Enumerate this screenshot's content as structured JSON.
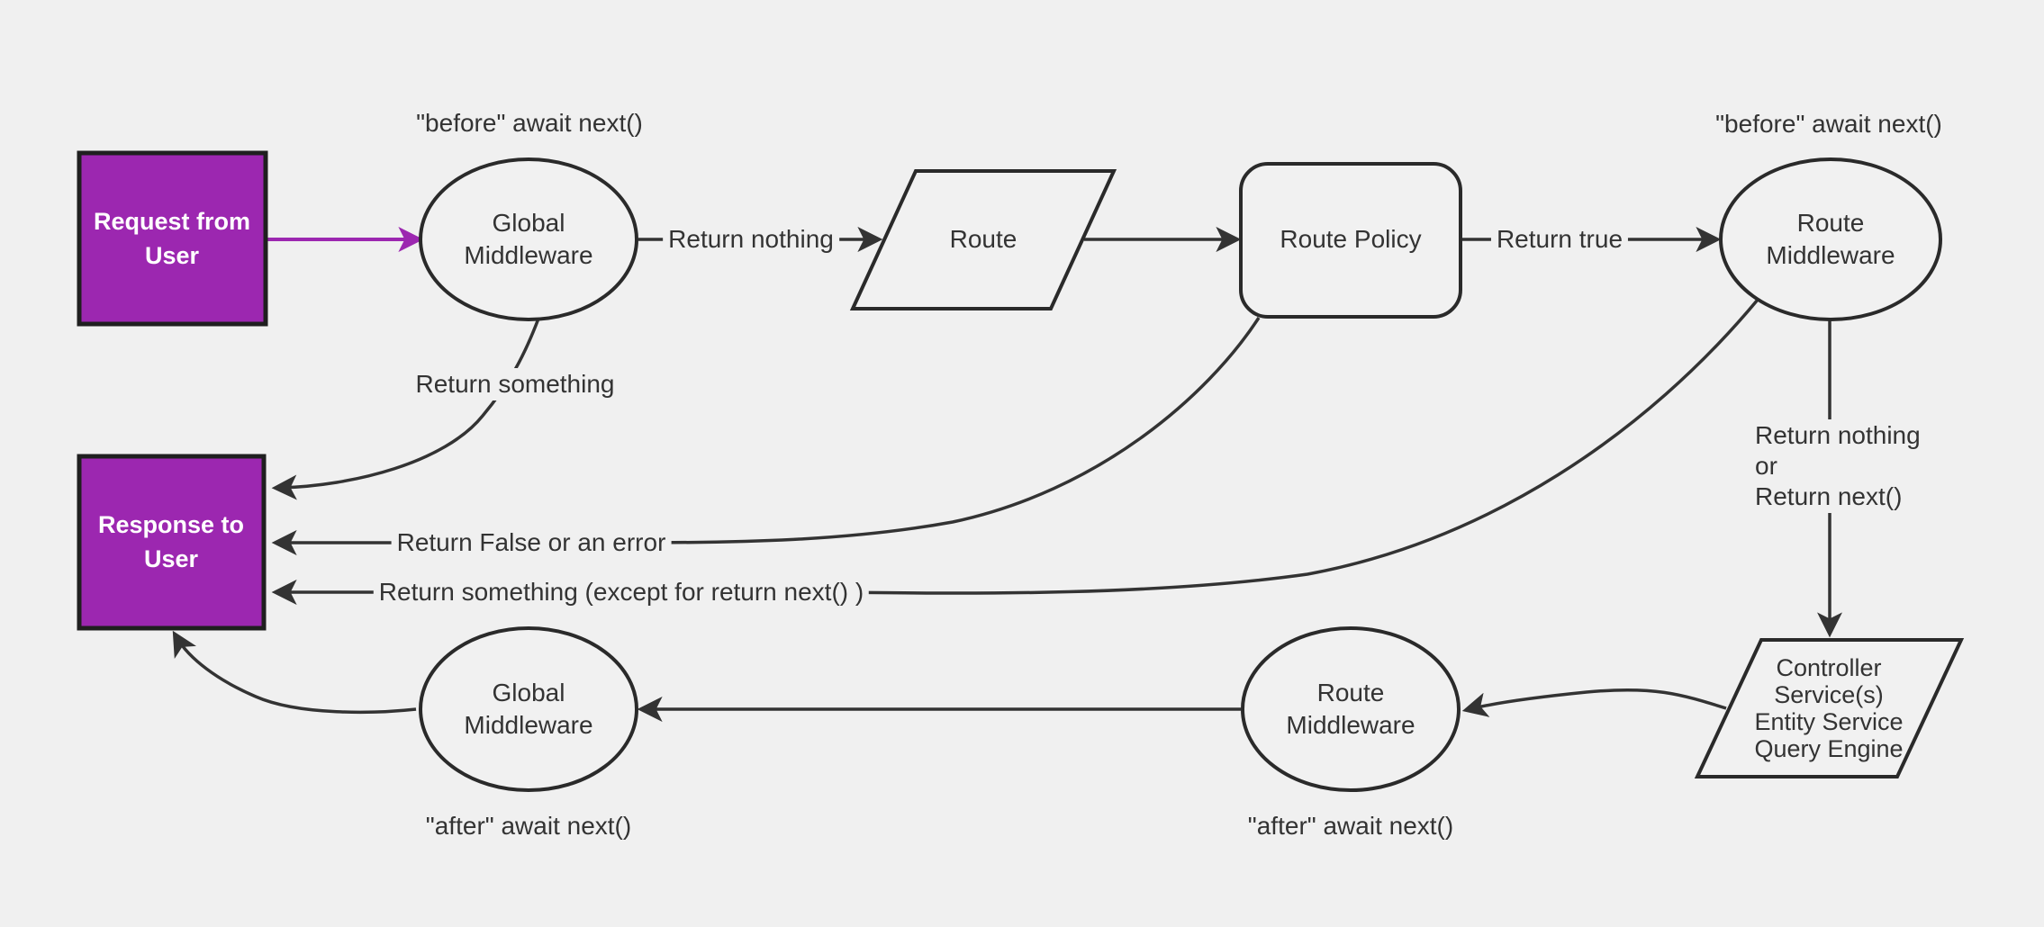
{
  "diagram": {
    "background_color": "#f0f0f0",
    "node_fill": "#f1f1f1",
    "node_stroke": "#2a2a2a",
    "edge_color": "#333333",
    "accent_purple": "#9c27b0",
    "text_color": "#333333"
  },
  "nodes": {
    "request": {
      "label": "Request from User"
    },
    "response": {
      "label": "Response to User"
    },
    "global_mw_top": {
      "label": "Global Middleware"
    },
    "route": {
      "label": "Route"
    },
    "route_policy": {
      "label": "Route Policy"
    },
    "route_mw_top": {
      "label": "Route Middleware"
    },
    "controller": {
      "label": "Controller\nService(s)\nEntity Service\nQuery Engine"
    },
    "route_mw_bottom": {
      "label": "Route Middleware"
    },
    "global_mw_bottom": {
      "label": "Global Middleware"
    }
  },
  "edge_labels": {
    "before_left": "\"before\" await next()",
    "before_right": "\"before\" await next()",
    "return_nothing": "Return nothing",
    "return_true": "Return true",
    "return_something": "Return something",
    "return_false": "Return False or an error",
    "return_something_except": "Return something (except for return next() )",
    "return_nothing_or_next": "Return nothing\nor\nReturn next()",
    "after_left": "\"after\" await next()",
    "after_right": "\"after\" await next()"
  }
}
